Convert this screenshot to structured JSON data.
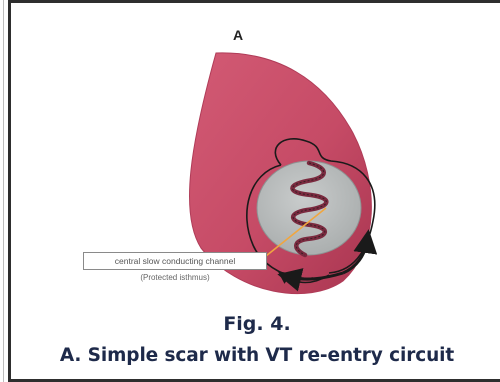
{
  "figure": {
    "panel_letter": "A",
    "label": "central slow conducting channel",
    "label_sub": "(Protected isthmus)",
    "colors": {
      "myocardium": "#c64b66",
      "myocardium_dark": "#a83550",
      "scar": "#b9bcbc",
      "channel": "#7a2a3f",
      "leader_line": "#f0a640",
      "circuit": "#1a1a1a"
    }
  },
  "caption": {
    "fig_number": "Fig. 4.",
    "description": "A. Simple scar with VT re-entry circuit"
  }
}
